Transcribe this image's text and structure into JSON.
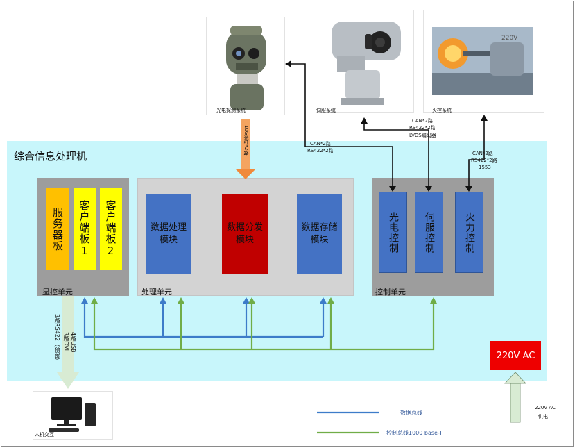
{
  "system": {
    "title": "综合信息处理机"
  },
  "display_unit": {
    "label": "显控单元",
    "boards": [
      {
        "text": "服务器板"
      },
      {
        "text": "客户端板1"
      },
      {
        "text": "客户端板2"
      }
    ]
  },
  "processing_unit": {
    "label": "处理单元",
    "modules": [
      {
        "text": "数据处理模块"
      },
      {
        "text": "数据分发模块"
      },
      {
        "text": "数据存储模块"
      }
    ]
  },
  "control_unit": {
    "label": "控制单元",
    "modules": [
      {
        "text": "光电控制"
      },
      {
        "text": "伺服控制"
      },
      {
        "text": "火力控制"
      }
    ]
  },
  "devices": {
    "eo_pod": "光电探测系统",
    "servo": "伺服系统",
    "fire": "火控系统",
    "hmi": "人机交互"
  },
  "links": {
    "fiber": "10G光纤*2路",
    "eo_link": [
      "CAN*2路",
      "RS422*2路"
    ],
    "servo_link": [
      "CAN*2路",
      "RS422*2路",
      "LVDS编码器"
    ],
    "fire_link": [
      "CAN*2路",
      "RS422*2路",
      "1553"
    ],
    "hmi_link_a": "4路USB\n3路DVI",
    "hmi_link_b": "3路RS422（预留）"
  },
  "power": {
    "box": "220V AC",
    "caption": [
      "220V AC",
      "供电"
    ]
  },
  "legend": {
    "data_bus": "数据总线",
    "control_bus": "控制总线1000 base-T"
  },
  "colors": {
    "data_bus": "#3d7cc9",
    "control_bus": "#70ad47",
    "cyan_bg": "#c8f6fb",
    "orange": "#ffc000",
    "yellow": "#ffff00",
    "red": "#c00000",
    "blue_module": "#4472c4",
    "power_red": "#ee0000"
  }
}
